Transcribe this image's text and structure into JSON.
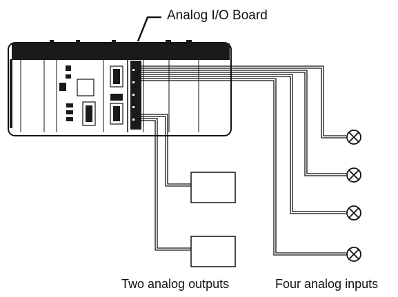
{
  "labels": {
    "board": "Analog I/O Board",
    "outputs": "Two analog outputs",
    "inputs": "Four analog inputs"
  },
  "colors": {
    "line": "#111111",
    "panel_dark": "#1a1a1a",
    "background": "#ffffff"
  },
  "icons": {
    "analog_input": "circle-x-sensor-icon"
  }
}
